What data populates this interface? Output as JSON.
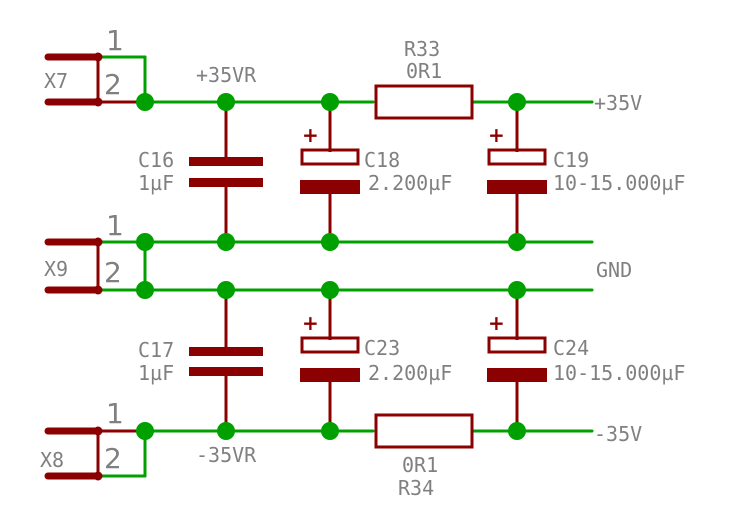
{
  "connectors": [
    {
      "name": "X7",
      "pin1": "1",
      "pin2": "2"
    },
    {
      "name": "X9",
      "pin1": "1",
      "pin2": "2"
    },
    {
      "name": "X8",
      "pin1": "1",
      "pin2": "2"
    }
  ],
  "nets": {
    "pos_vr": "+35VR",
    "pos_out": "+35V",
    "gnd": "GND",
    "neg_vr": "-35VR",
    "neg_out": "-35V"
  },
  "resistors": [
    {
      "name": "R33",
      "value": "0R1"
    },
    {
      "name": "R34",
      "value": "0R1"
    }
  ],
  "capacitors": [
    {
      "name": "C16",
      "value": "1µF",
      "polar": false
    },
    {
      "name": "C18",
      "value": "2.200µF",
      "polar": true,
      "plus": "+"
    },
    {
      "name": "C19",
      "value": "10-15.000µF",
      "polar": true,
      "plus": "+"
    },
    {
      "name": "C17",
      "value": "1µF",
      "polar": false
    },
    {
      "name": "C23",
      "value": "2.200µF",
      "polar": true,
      "plus": "+"
    },
    {
      "name": "C24",
      "value": "10-15.000µF",
      "polar": true,
      "plus": "+"
    }
  ],
  "colors": {
    "wire": "#00a000",
    "component": "#8b0000",
    "label": "#808080",
    "background": "#ffffff"
  }
}
